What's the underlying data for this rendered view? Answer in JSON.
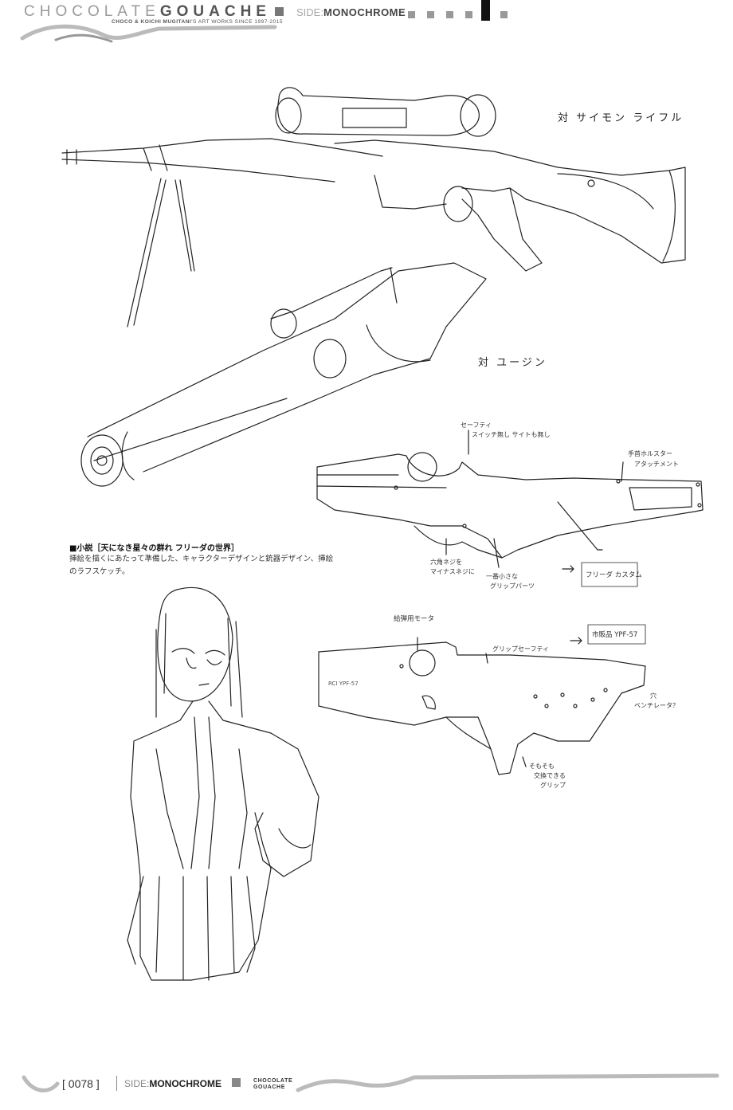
{
  "header": {
    "brand_light": "CHOCOLATE",
    "brand_bold": "GOUACHE",
    "credit_bold": "CHOCO & KOICHI MUGITANI",
    "credit_rest": "'S ART WORKS SINCE 1997-2015",
    "side_prefix": "SIDE:",
    "side_label": "MONOCHROME"
  },
  "caption": {
    "title": "■小説［天になき星々の群れ フリーダの世界］",
    "body": "挿絵を描くにあたって準備した、キャラクターデザインと銃器デザイン、挿絵のラフスケッチ。"
  },
  "annotations": {
    "rifle": "対 サイモン ライフル",
    "gun_eugene": "対 ユージン",
    "safety": "セーフティ",
    "safety_note": "スイッチ無し サイトも無し",
    "holster": "手首ホルスター",
    "attachment": "アタッチメント",
    "hex_screw_1": "六角ネジを",
    "hex_screw_2": "マイナスネジに",
    "small_grip_1": "一番小さな",
    "small_grip_2": "グリップパーツ",
    "frieda_custom": "フリーダ カスタム",
    "motor": "給弾用モータ",
    "market_model": "市販品 YPF-57",
    "grip_safety": "グリップセーフティ",
    "hole": "穴",
    "vent": "ベンチレータ？",
    "exch_1": "そもそも",
    "exch_2": "交換できる",
    "exch_3": "グリップ",
    "gun_marking": "RCI YPF-57"
  },
  "footer": {
    "page": "[ 0078 ]",
    "side_prefix": "SIDE:",
    "side_label": "MONOCHROME",
    "brand_line1": "CHOCOLATE",
    "brand_line2": "GOUACHE"
  }
}
